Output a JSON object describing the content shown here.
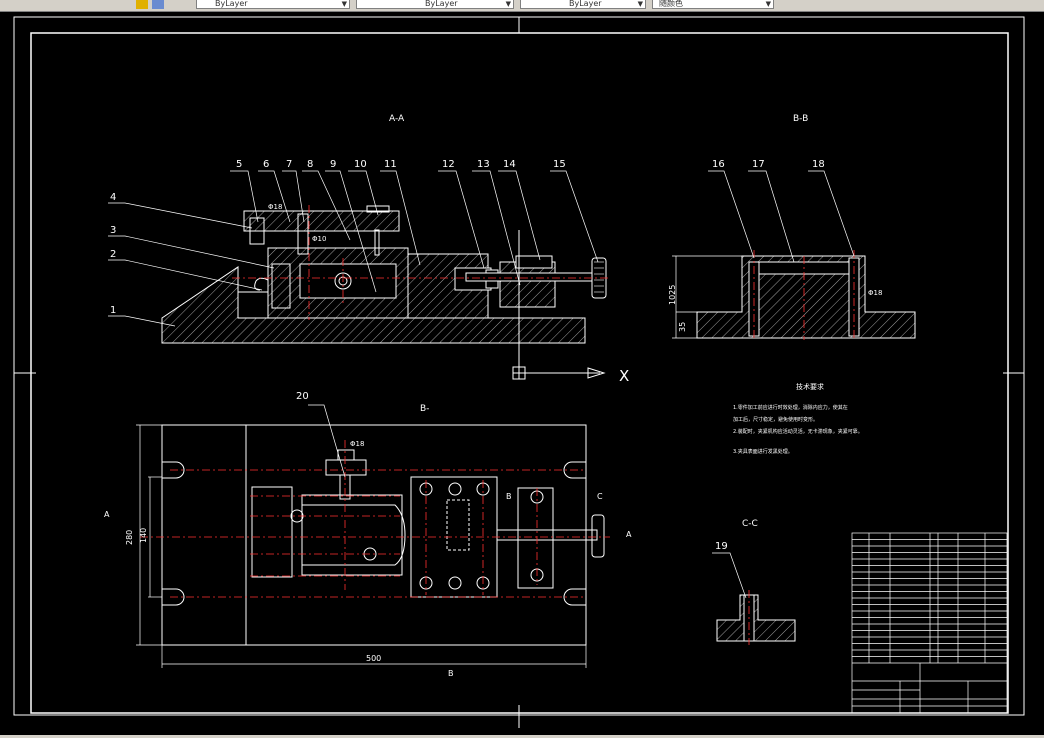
{
  "toolbar": {
    "layer_combo": "ByLayer",
    "linetype_combo": "ByLayer",
    "lineweight_combo": "ByLayer",
    "plotstyle_combo": "随颜色"
  },
  "views": {
    "section_aa": "A-A",
    "section_bb": "B-B",
    "section_cc": "C-C",
    "plan_view": "B-"
  },
  "leaders_aa": [
    "1",
    "2",
    "3",
    "4",
    "5",
    "6",
    "7",
    "8",
    "9",
    "10",
    "11",
    "12",
    "13",
    "14",
    "15"
  ],
  "leaders_bb": [
    "16",
    "17",
    "18"
  ],
  "leader_plan": "20",
  "leader_cc": "19",
  "dims": {
    "length": "500",
    "width1": "280",
    "width2": "140",
    "height1": "1025",
    "height2": "35",
    "dia_aa1": "Φ18",
    "dia_aa2": "Φ10",
    "dia_bb": "Φ18",
    "dia_plan": "Φ18",
    "mark_b": "B",
    "mark_c": "C",
    "mark_a": "A",
    "axis_x": "X"
  },
  "tech_req": {
    "title": "技术要求",
    "lines": [
      "1.零件加工前应进行时效处理，消除内应力，使其在",
      "加工后，尺寸稳定，避免使用时变形。",
      "2.装配时，夹紧机构应活动灵活，无卡滞现象，夹紧可靠。",
      "3.夹具表面进行发黑处理。"
    ]
  },
  "title_block": {
    "rows": 20
  }
}
